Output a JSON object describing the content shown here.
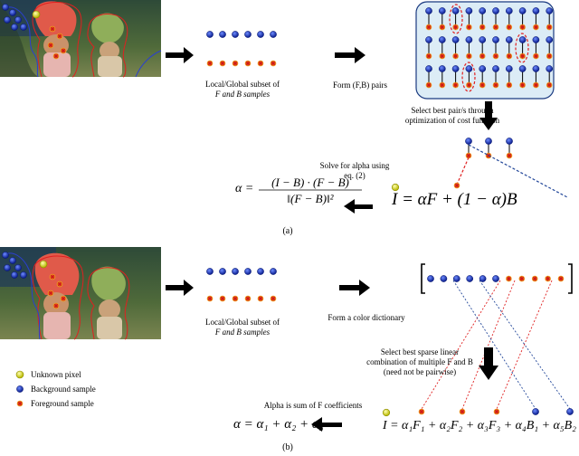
{
  "panel_a": {
    "label": "(a)",
    "samples_caption_1": "Local/Global subset of",
    "samples_caption_2": "F and B samples",
    "pairs_caption": "Form (F,B) pairs",
    "select_caption_1": "Select best pair/s through",
    "select_caption_2": "optimization of cost function",
    "solve_caption_1": "Solve for alpha using",
    "solve_caption_2": "eq. (2)",
    "composite_eq": "I = αF + (1 − α)B",
    "alpha_lhs": "α =",
    "alpha_num": "(I − B) · (F − B)",
    "alpha_den": "‖(F − B)‖²"
  },
  "panel_b": {
    "label": "(b)",
    "samples_caption_1": "Local/Global subset of",
    "samples_caption_2": "F and B samples",
    "dict_caption": "Form a color dictionary",
    "select_caption_1": "Select best sparse linear",
    "select_caption_2": "combination of multiple F and B",
    "select_caption_3": "(need not be pairwise)",
    "alpha_caption": "Alpha is sum of F coefficients",
    "alpha_eq": "α = α₁ + α₂ + α₃",
    "combo_eq": "I = α₁F₁ + α₂F₂ + α₃F₃ + α₄B₁ + α₅B₂"
  },
  "legend": {
    "unknown": "Unknown pixel",
    "background": "Background sample",
    "foreground": "Foreground sample"
  },
  "colors": {
    "background_sample": "#1f3fbf",
    "foreground_sample": "#f07a1a",
    "unknown_pixel": "#e8e838",
    "red_link": "#e02020",
    "blue_link": "#24489a",
    "panel_fill": "#dcecf6"
  }
}
